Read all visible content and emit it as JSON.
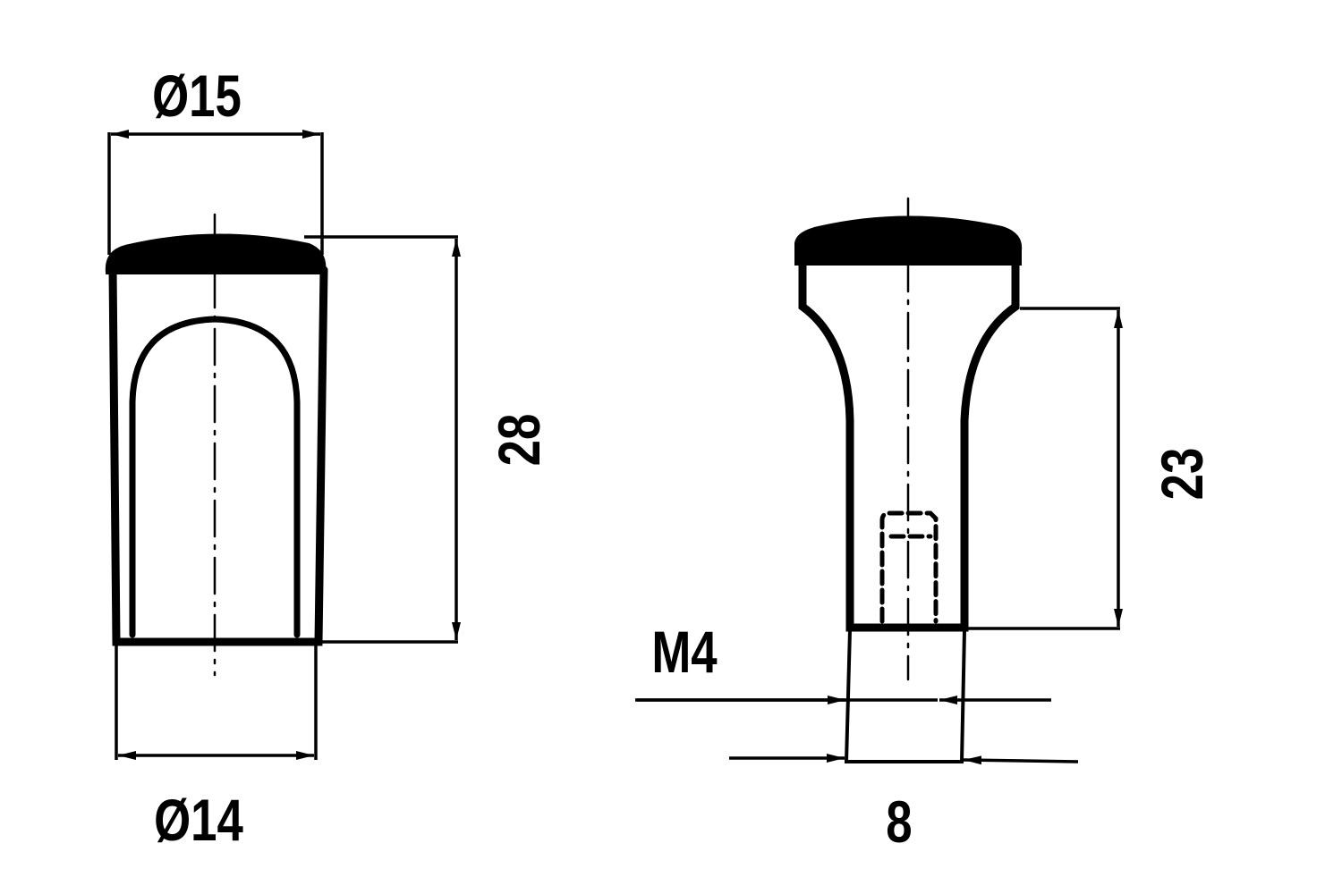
{
  "drawing": {
    "left_view": {
      "top_diameter": "Ø15",
      "bottom_diameter": "Ø14",
      "height": "28"
    },
    "right_view": {
      "height": "23",
      "thread": "M4",
      "shank_width": "8"
    },
    "line_color": "#000000",
    "background": "#ffffff"
  }
}
